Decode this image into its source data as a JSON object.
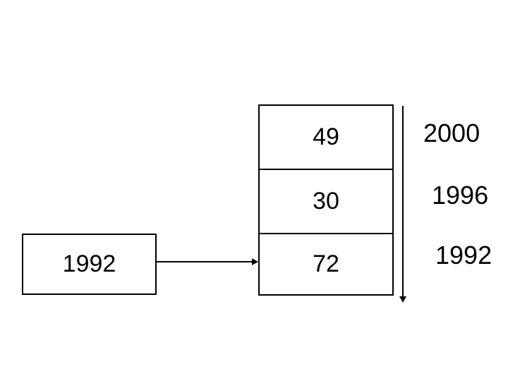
{
  "diagram": {
    "background": "#ffffff",
    "stroke_color": "#000000",
    "source_box": {
      "label": "1992"
    },
    "stack": {
      "cells": [
        {
          "value": "49"
        },
        {
          "value": "30"
        },
        {
          "value": "72"
        }
      ]
    },
    "year_labels": [
      "2000",
      "1996",
      "1992"
    ],
    "connector": {
      "from": "source-box",
      "to": "stack",
      "direction": "right"
    },
    "timeline": {
      "direction": "down"
    }
  }
}
